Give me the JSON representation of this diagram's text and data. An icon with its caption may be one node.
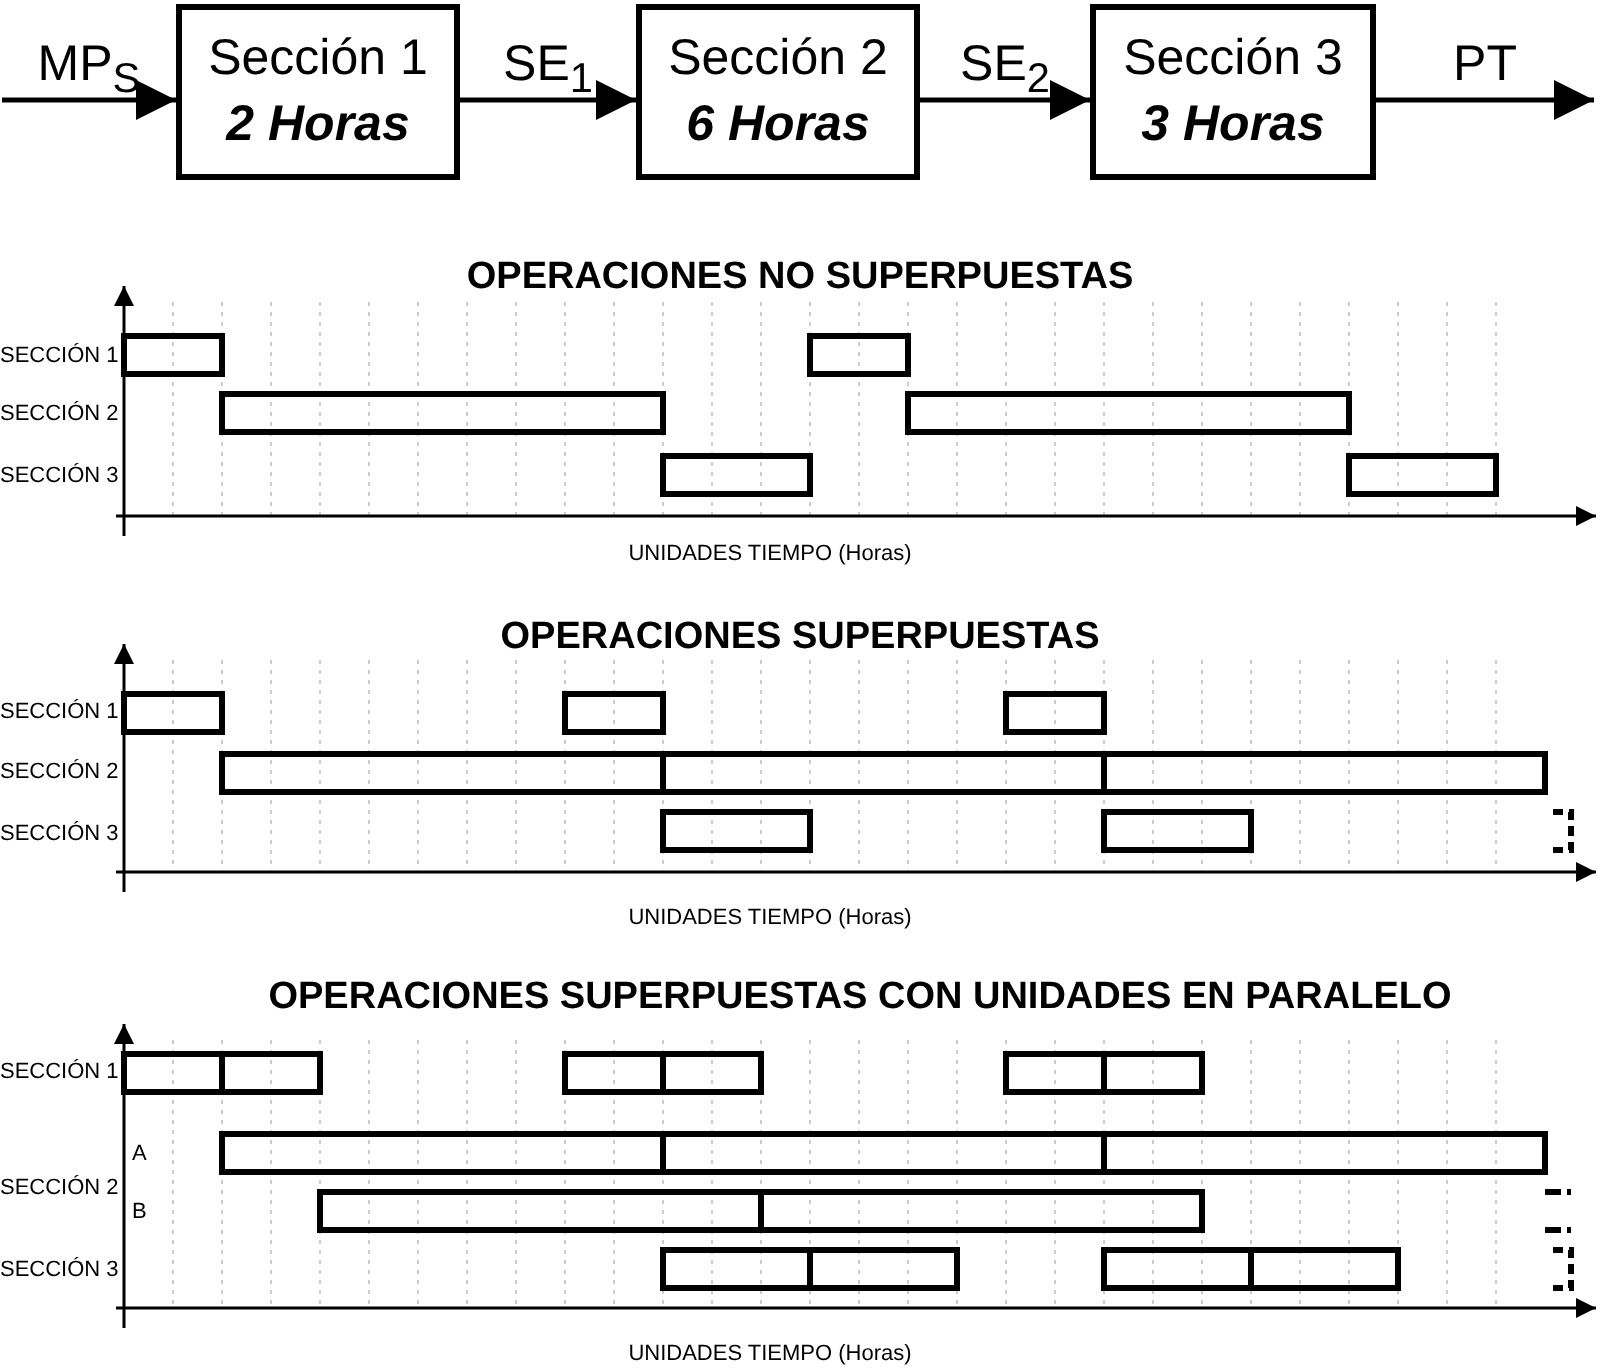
{
  "diagram": {
    "nodes": [
      {
        "text": [
          "Sección 1",
          "2 Horas"
        ]
      },
      {
        "text": [
          "Sección 2",
          "6 Horas"
        ]
      },
      {
        "text": [
          "Sección 3",
          "3 Horas"
        ]
      }
    ],
    "edges": [
      {
        "from": null,
        "to": 0,
        "arrow": "to",
        "label": "MP$_{S}$"
      },
      {
        "from": 0,
        "to": 1,
        "arrow": "to",
        "label": "SE$_{1}$"
      },
      {
        "from": 1,
        "to": 2,
        "arrow": "to",
        "label": "SE$_{2}$"
      },
      {
        "from": 2,
        "to": null,
        "arrow": "to",
        "label": "PT"
      }
    ],
    "labels": [
      "OPERACIONES NO SUPERPUESTAS",
      "SECCIÓN 1",
      "SECCIÓN 2",
      "SECCIÓN 3",
      "UNIDADES TIEMPO (Horas)",
      "OPERACIONES SUPERPUESTAS",
      "SECCIÓN 1",
      "SECCIÓN 2",
      "SECCIÓN 3",
      "UNIDADES TIEMPO (Horas)",
      "OPERACIONES SUPERPUESTAS CON UNIDADES EN PARALELO",
      "SECCIÓN 1",
      "A",
      "SECCIÓN 2",
      "B",
      "SECCIÓN 3",
      "UNIDADES TIEMPO (Horas)"
    ]
  }
}
